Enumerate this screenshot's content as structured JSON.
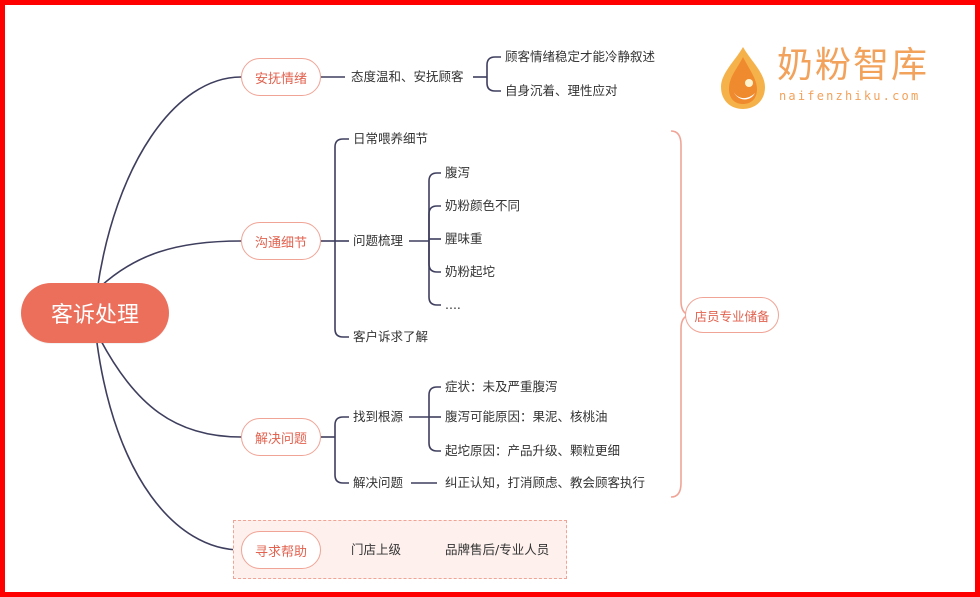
{
  "root": {
    "label": "客诉处理"
  },
  "branches": {
    "calm": {
      "label": "安抚情绪",
      "sub": "态度温和、安抚顾客",
      "leaves": [
        "顾客情绪稳定才能冷静叙述",
        "自身沉着、理性应对"
      ]
    },
    "communicate": {
      "label": "沟通细节",
      "items": [
        "日常喂养细节",
        "问题梳理",
        "客户诉求了解"
      ],
      "issues": [
        "腹泻",
        "奶粉颜色不同",
        "腥味重",
        "奶粉起坨",
        "...."
      ]
    },
    "solve": {
      "label": "解决问题",
      "find_root": "找到根源",
      "causes": [
        "症状：未及严重腹泻",
        "腹泻可能原因：果泥、核桃油",
        "起坨原因：产品升级、颗粒更细"
      ],
      "resolve": "解决问题",
      "resolve_detail": "纠正认知，打消顾虑、教会顾客执行"
    },
    "help": {
      "label": "寻求帮助",
      "sub": "门店上级",
      "leaf": "品牌售后/专业人员"
    }
  },
  "side_note": "店员专业储备",
  "logo": {
    "name": "奶粉智库",
    "domain": "naifenzhiku.com"
  },
  "colors": {
    "accent": "#ec6f5c",
    "border": "#f0a496",
    "line": "#3e3e5e",
    "frame": "#ff0000",
    "logo": "#f2a25b"
  }
}
